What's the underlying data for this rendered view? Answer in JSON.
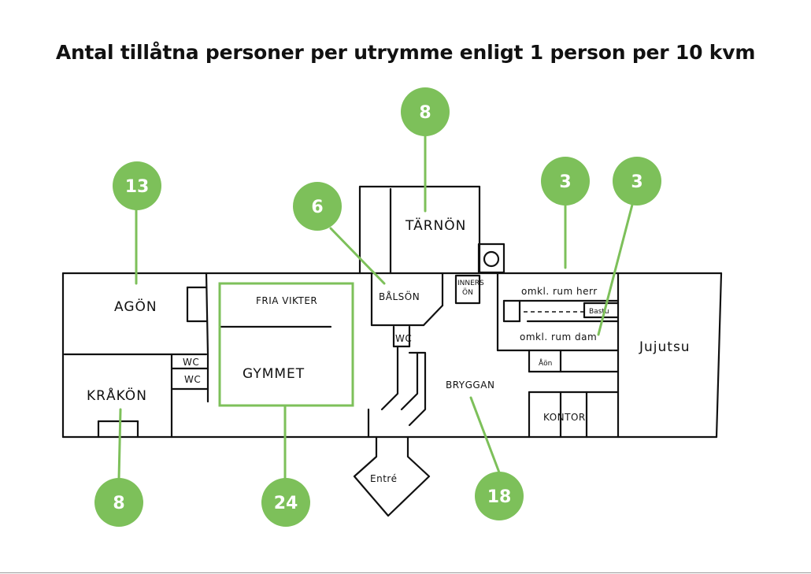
{
  "title": "Antal tillåtna personer per utrymme enligt 1 person per 10 kvm",
  "colors": {
    "accent": "#7dc05a",
    "ink": "#111111",
    "badge_text": "#ffffff"
  },
  "rooms": {
    "agon": "AGÖN",
    "krakon": "KRÅKÖN",
    "wc1": "WC",
    "wc2": "WC",
    "fria_vikter": "FRIA VIKTER",
    "gymmet": "GYMMET",
    "balson": "BÅLSÖN",
    "tarnon": "TÄRNÖN",
    "innerson_top": "INNERS",
    "innerson_bottom": "ÖN",
    "wc3": "WC",
    "bryggan": "BRYGGAN",
    "omkl_herr": "omkl. rum herr",
    "omkl_dam": "omkl. rum dam",
    "bastu": "Bastu",
    "aon": "Åön",
    "kontor": "KONTOR",
    "jujutsu": "Jujutsu",
    "entre": "Entré"
  },
  "capacities": {
    "agon": "13",
    "tarnon": "8",
    "balson": "6",
    "omkl_herr": "3",
    "omkl_dam": "3",
    "krakon": "8",
    "gymmet": "24",
    "bryggan": "18"
  }
}
